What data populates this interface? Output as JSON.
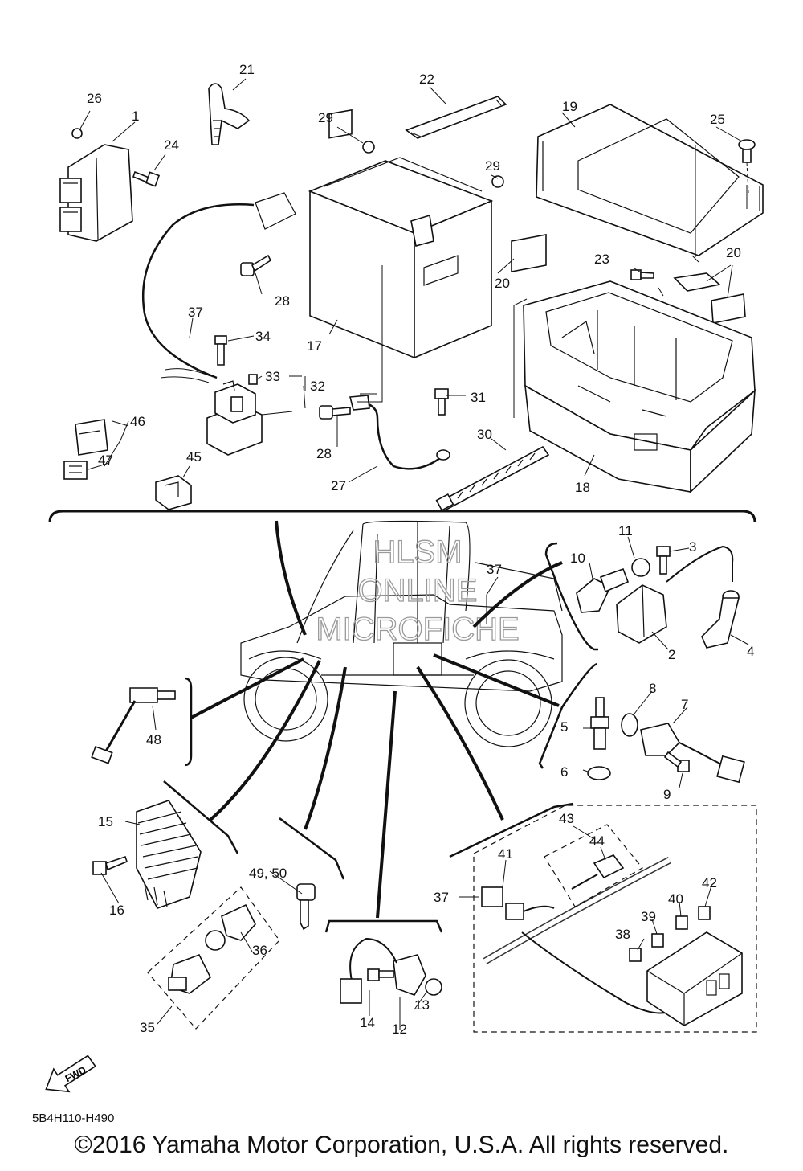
{
  "diagram": {
    "watermark": [
      "HLSM",
      "ONLINE",
      "MICROFICHE"
    ],
    "labels": {
      "p1": "1",
      "p2": "2",
      "p3": "3",
      "p4": "4",
      "p5": "5",
      "p6": "6",
      "p7": "7",
      "p8": "8",
      "p9": "9",
      "p10": "10",
      "p11": "11",
      "p12": "12",
      "p13": "13",
      "p14": "14",
      "p15": "15",
      "p16": "16",
      "p17": "17",
      "p18": "18",
      "p19": "19",
      "p20a": "20",
      "p20b": "20",
      "p21": "21",
      "p22": "22",
      "p23": "23",
      "p24": "24",
      "p25": "25",
      "p26": "26",
      "p27": "27",
      "p28a": "28",
      "p28b": "28",
      "p29a": "29",
      "p29b": "29",
      "p30": "30",
      "p31": "31",
      "p32": "32",
      "p33": "33",
      "p34": "34",
      "p35": "35",
      "p36": "36",
      "p37a": "37",
      "p37b": "37",
      "p37c": "37",
      "p38": "38",
      "p39": "39",
      "p40": "40",
      "p41": "41",
      "p42": "42",
      "p43": "43",
      "p44": "44",
      "p45": "45",
      "p46": "46",
      "p47": "47",
      "p48": "48",
      "p4950": "49, 50"
    },
    "fwd_arrow_text": "FWD",
    "drawing_code": "5B4H110-H490",
    "copyright": "©2016 Yamaha Motor Corporation, U.S.A. All rights reserved."
  }
}
